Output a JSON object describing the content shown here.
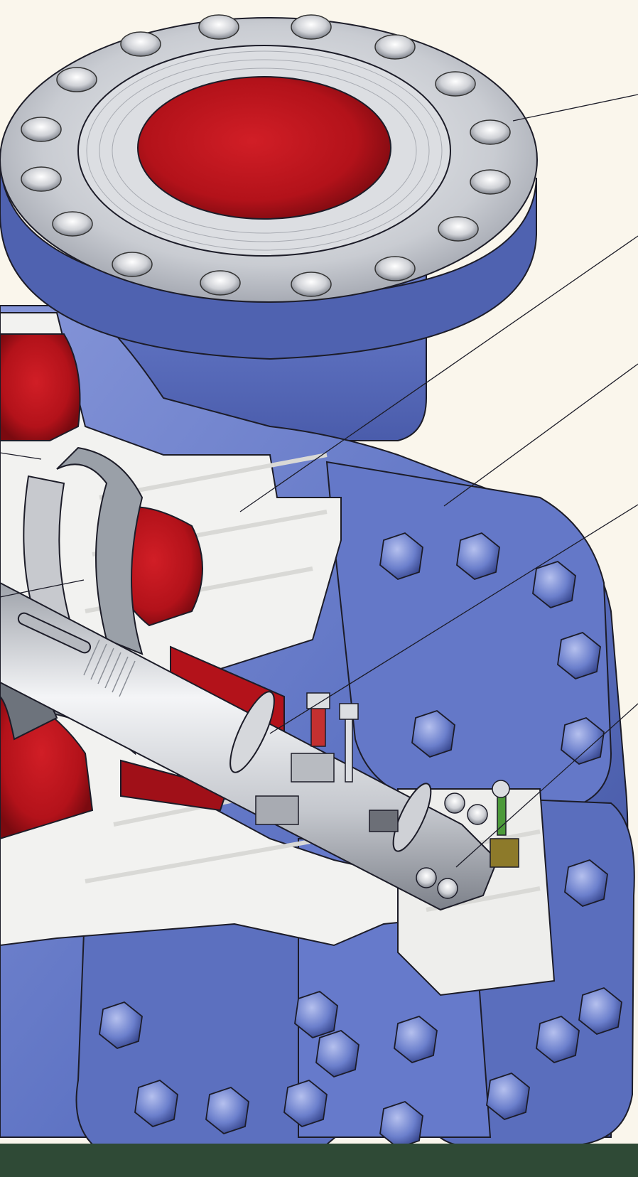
{
  "illustration": {
    "subject": "cutaway-centrifugal-pump",
    "colors": {
      "background": "#faf6ec",
      "casing_blue": "#5f74c4",
      "casing_blue_dark": "#3e4f9a",
      "casing_blue_light": "#8595d8",
      "flange_steel": "#c9ccd2",
      "flange_steel_dark": "#9a9ea8",
      "fluid_red": "#b3121a",
      "fluid_red_dark": "#7a0a10",
      "cut_surface": "#f2f2f0",
      "shaft_steel": "#d8d9dc",
      "outline": "#1c1c28",
      "footer_green": "#2f4a36"
    }
  },
  "callouts": [
    {
      "id": "discharge-flange-callout"
    },
    {
      "id": "casing-callout"
    },
    {
      "id": "bearing-housing-callout"
    },
    {
      "id": "shaft-callout"
    },
    {
      "id": "bearing-callout"
    },
    {
      "id": "impeller-left-callout"
    },
    {
      "id": "wear-ring-left-callout"
    }
  ]
}
